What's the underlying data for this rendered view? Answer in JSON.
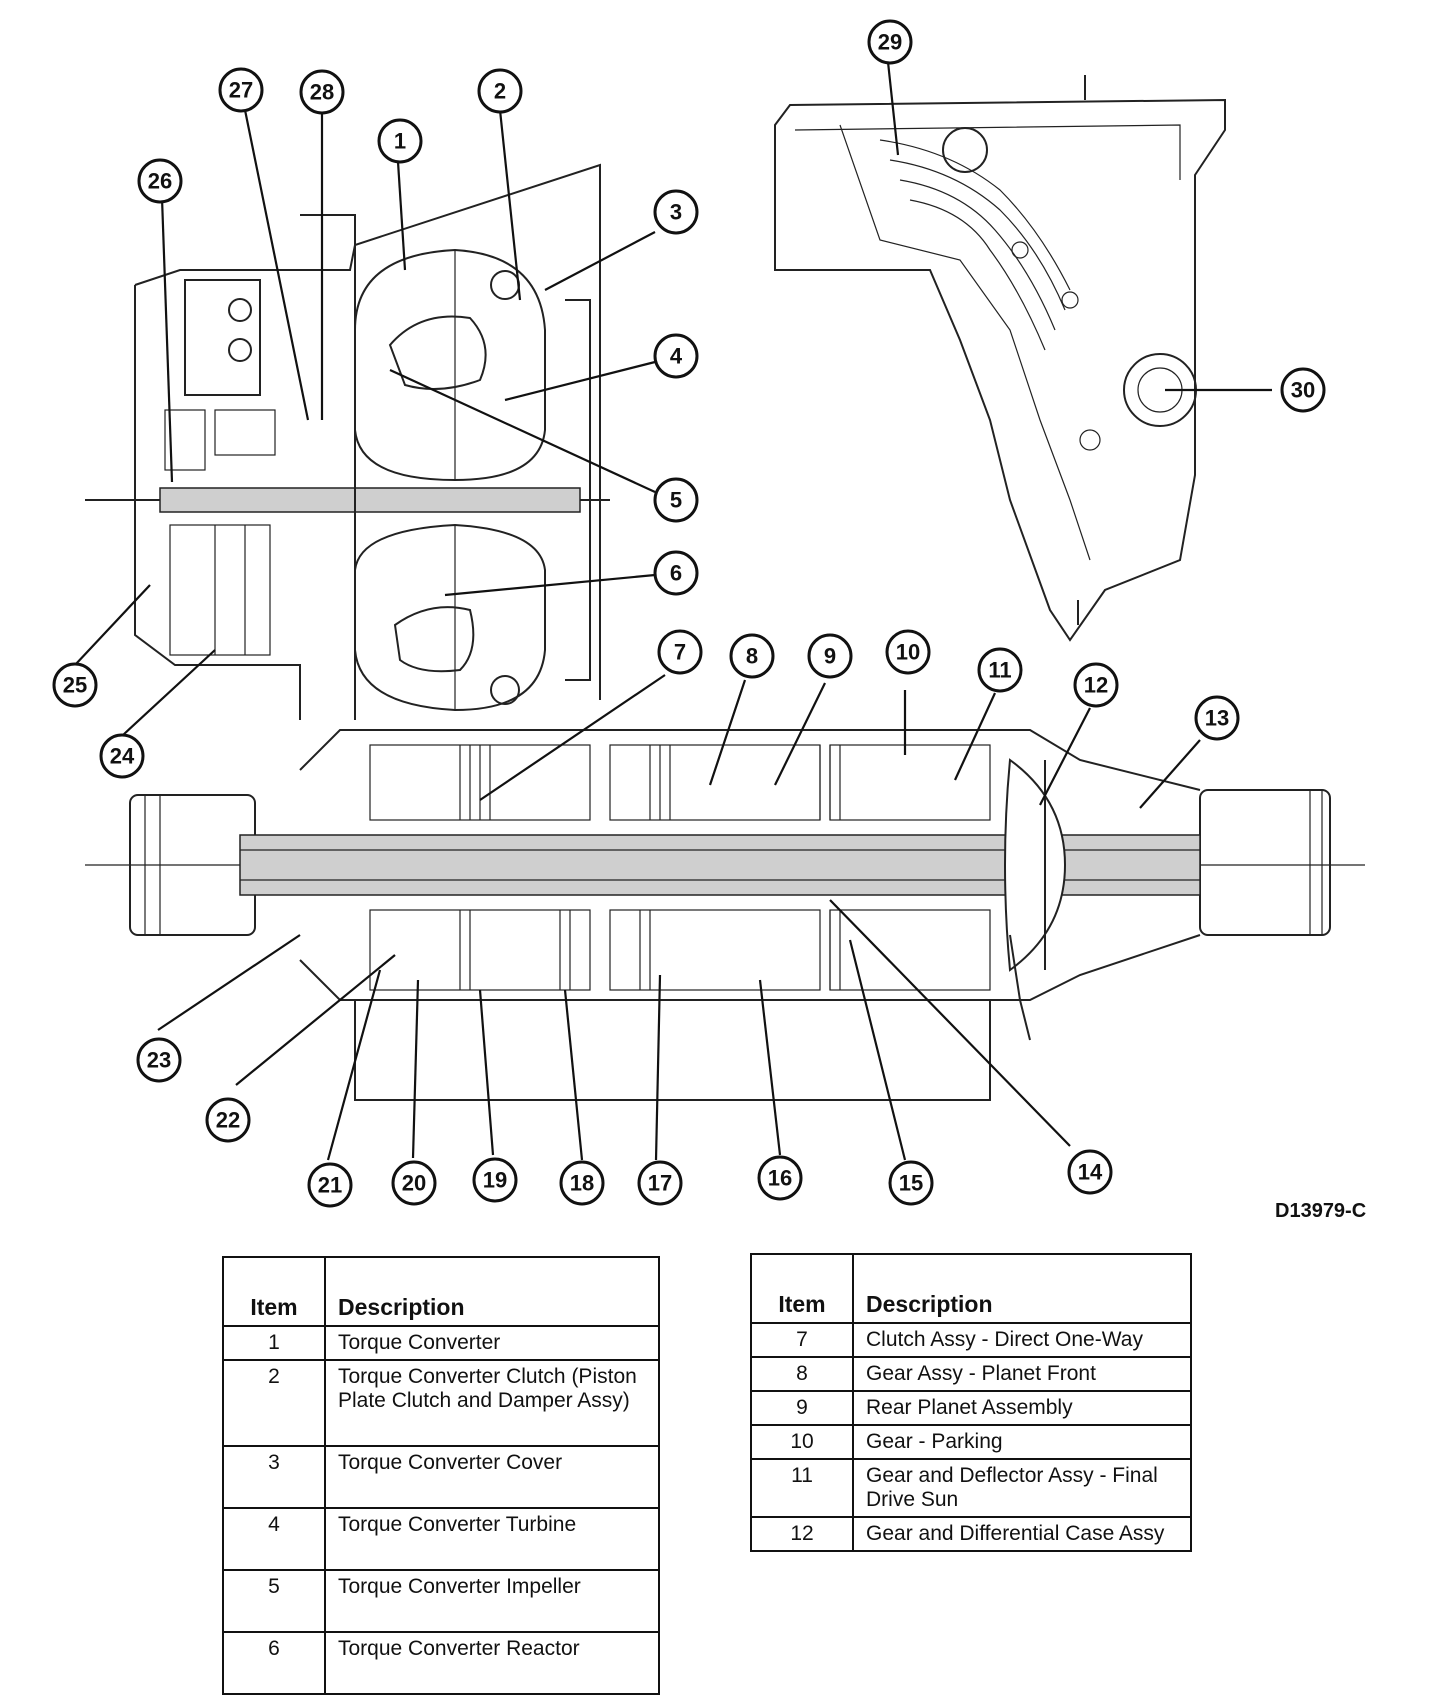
{
  "figure_id": "D13979-C",
  "callouts": [
    "1",
    "2",
    "3",
    "4",
    "5",
    "6",
    "7",
    "8",
    "9",
    "10",
    "11",
    "12",
    "13",
    "14",
    "15",
    "16",
    "17",
    "18",
    "19",
    "20",
    "21",
    "22",
    "23",
    "24",
    "25",
    "26",
    "27",
    "28",
    "29",
    "30"
  ],
  "legend_left": {
    "header_item": "Item",
    "header_description": "Description",
    "rows": [
      {
        "item": "1",
        "description": "Torque Converter"
      },
      {
        "item": "2",
        "description": "Torque Converter Clutch (Piston Plate Clutch and Damper Assy)"
      },
      {
        "item": "3",
        "description": "Torque Converter Cover"
      },
      {
        "item": "4",
        "description": "Torque Converter Turbine"
      },
      {
        "item": "5",
        "description": "Torque Converter Impeller"
      },
      {
        "item": "6",
        "description": "Torque Converter Reactor"
      }
    ]
  },
  "legend_right": {
    "header_item": "Item",
    "header_description": "Description",
    "rows": [
      {
        "item": "7",
        "description": "Clutch Assy - Direct One-Way"
      },
      {
        "item": "8",
        "description": "Gear Assy - Planet Front"
      },
      {
        "item": "9",
        "description": "Rear Planet Assembly"
      },
      {
        "item": "10",
        "description": "Gear - Parking"
      },
      {
        "item": "11",
        "description": "Gear and Deflector Assy - Final Drive Sun"
      },
      {
        "item": "12",
        "description": "Gear and Differential Case Assy"
      }
    ]
  }
}
